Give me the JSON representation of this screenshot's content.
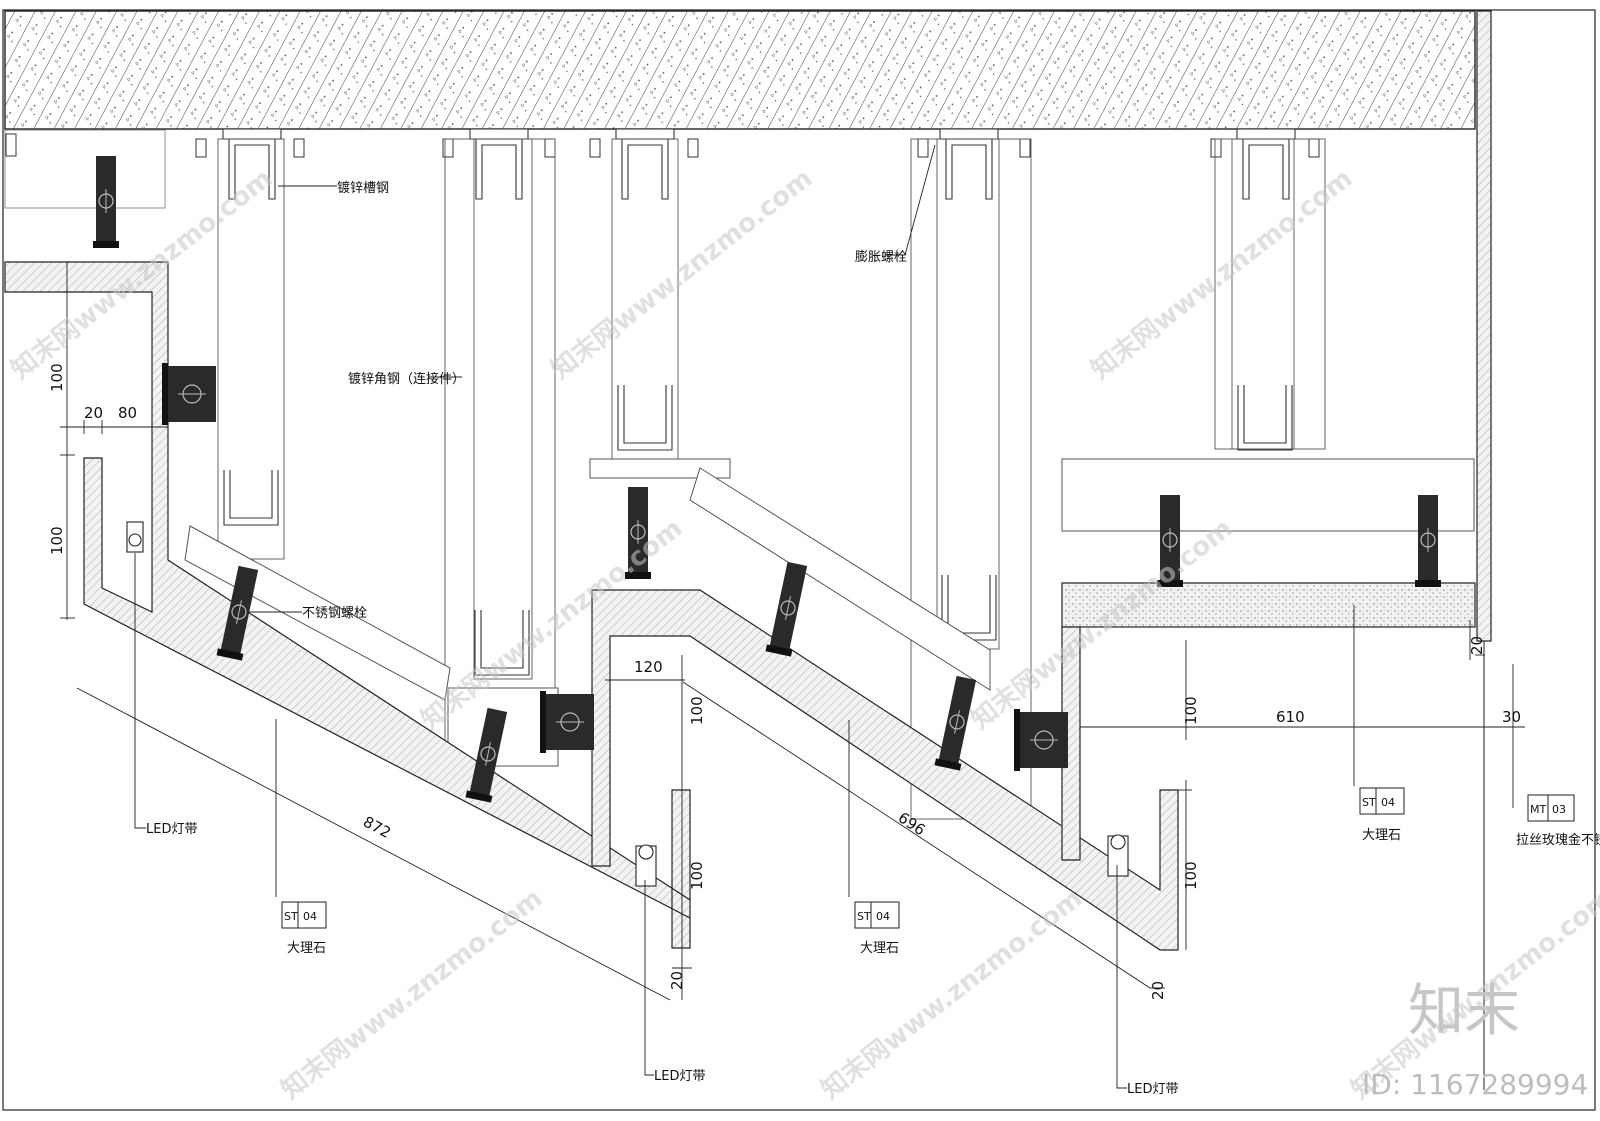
{
  "labels": {
    "channel_steel": "镀锌槽钢",
    "expansion_bolt": "膨胀螺栓",
    "angle_steel": "镀锌角钢（连接件）",
    "ss_bolt": "不锈钢螺栓",
    "led_1": "LED灯带",
    "led_2": "LED灯带",
    "led_3": "LED灯带",
    "marble_1": "大理石",
    "marble_2": "大理石",
    "marble_3": "大理石",
    "ss_rose": "拉丝玫瑰金不锈钢"
  },
  "tags": {
    "st_code": "ST",
    "st_num": "04",
    "mt_code": "MT",
    "mt_num": "03"
  },
  "dimensions": {
    "d100_a": "100",
    "d20_a": "20",
    "d80": "80",
    "d100_b": "100",
    "d872": "872",
    "d120": "120",
    "d100_c": "100",
    "d100_d": "100",
    "d20_b": "20",
    "d696": "696",
    "d20_c": "20",
    "d100_e": "100",
    "d100_f": "100",
    "d610": "610",
    "d30": "30",
    "d20_d": "20"
  },
  "watermark": {
    "text": "知末网www.znzmo.com",
    "logo": "知末",
    "id": "ID: 1167289994"
  }
}
